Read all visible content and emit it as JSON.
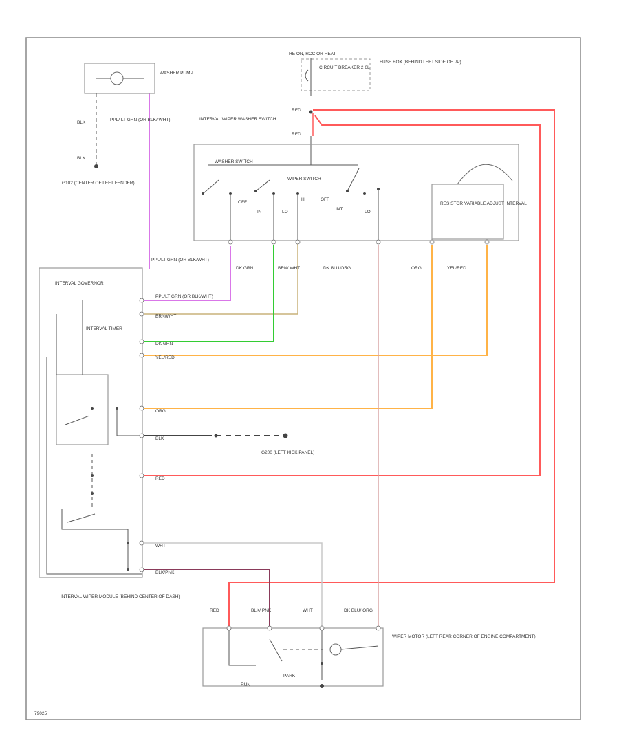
{
  "colors": {
    "red": "#ff5a5a",
    "violet": "#d977e8",
    "green": "#33cc33",
    "orange": "#ffb347",
    "tan": "#c8b27a",
    "pink": "#d9a6a6",
    "brown_violet": "#8a3a5a",
    "gray": "#c8c8c8",
    "black": "#444444"
  },
  "power": {
    "source": "HE ON, RCC OR HEAT",
    "breaker": "CIRCUIT BREAKER 2 6L",
    "fuse_block": "FUSE BOX (BEHIND LEFT SIDE OF I/P)",
    "wire_top": "RED",
    "wire_bottom": "RED"
  },
  "washer_pump": {
    "label": "WASHER PUMP",
    "ground_wire_1": "BLK",
    "ground_wire_2": "BLK",
    "feed_wire": "PPL/ LT GRN (OR BLK/ WHT)",
    "ground": "G102 (CENTER OF LEFT FENDER)"
  },
  "switch": {
    "title": "INTERVAL WIPER WASHER SWITCH",
    "washer_switch": "WASHER SWITCH",
    "wiper_switch": "WIPER SWITCH",
    "positions": [
      "OFF",
      "INT",
      "LO",
      "HI",
      "OFF",
      "INT",
      "LO"
    ],
    "resistor": "RESISTOR VARIABLE ADJUST INTERVAL"
  },
  "wire_labels": {
    "ppl_lt_grn_vertical": "PPL/LT GRN (OR BLK/WHT)",
    "dk_grn": "DK GRN",
    "brn_wht": "BRN/ WHT",
    "dk_blu_org": "DK BLU/ORG",
    "org": "ORG",
    "yel_red": "YEL/RED"
  },
  "module": {
    "title": "INTERVAL WIPER MODULE (BEHIND CENTER OF DASH)",
    "governor": "INTERVAL GOVERNOR",
    "timer": "INTERVAL TIMER",
    "pin_labels": [
      "PPL/LT GRN (OR BLK/WHT)",
      "BRN/WHT",
      "DK GRN",
      "YEL/RED",
      "ORG",
      "BLK",
      "RED",
      "WHT",
      "BLK/PNK"
    ]
  },
  "ground_g200": {
    "label": "G200 (LEFT KICK PANEL)",
    "wire": "BLK"
  },
  "motor": {
    "title": "WIPER MOTOR (LEFT REAR CORNER OF ENGINE COMPARTMENT)",
    "wire_red": "RED",
    "wire_blk_pnk": "BLK/ PNK",
    "wire_wht": "WHT",
    "wire_dk_blu_org": "DK BLU/ ORG",
    "park": "PARK",
    "run": "RUN"
  },
  "footer_code": "79025"
}
